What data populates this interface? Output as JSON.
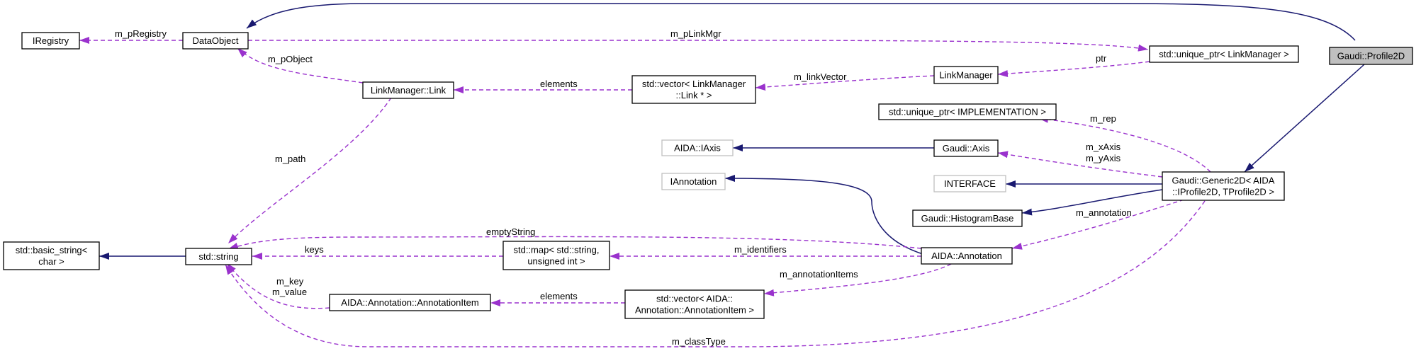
{
  "diagram": {
    "nodes": {
      "profile2d": "Gaudi::Profile2D",
      "data_object": "DataObject",
      "iregistry": "IRegistry",
      "unique_ptr_linkmanager": "std::unique_ptr< LinkManager >",
      "linkmanager": "LinkManager",
      "linkmanager_link": "LinkManager::Link",
      "vector_link": [
        "std::vector< LinkManager",
        "::Link * >"
      ],
      "unique_ptr_impl": "std::unique_ptr< IMPLEMENTATION >",
      "aida_iaxis": "AIDA::IAxis",
      "gaudi_axis": "Gaudi::Axis",
      "iannotation": "IAnnotation",
      "interface": "INTERFACE",
      "generic2d": [
        "Gaudi::Generic2D< AIDA",
        "::IProfile2D, TProfile2D >"
      ],
      "histogram_base": "Gaudi::HistogramBase",
      "basic_string": [
        "std::basic_string<",
        "char >"
      ],
      "std_string": "std::string",
      "map": [
        "std::map< std::string,",
        "unsigned int >"
      ],
      "aida_annotation": "AIDA::Annotation",
      "annotation_item": "AIDA::Annotation::AnnotationItem",
      "vector_item": [
        "std::vector< AIDA::",
        "Annotation::AnnotationItem >"
      ]
    },
    "edge_labels": {
      "m_pRegistry": "m_pRegistry",
      "m_pLinkMgr": "m_pLinkMgr",
      "m_pObject": "m_pObject",
      "ptr": "ptr",
      "m_linkVector": "m_linkVector",
      "elements_links": "elements",
      "m_path": "m_path",
      "m_rep": "m_rep",
      "m_xAxis": "m_xAxis",
      "m_yAxis": "m_yAxis",
      "emptyString": "emptyString",
      "m_annotation": "m_annotation",
      "keys": "keys",
      "m_identifiers": "m_identifiers",
      "m_key": "m_key",
      "m_value": "m_value",
      "m_annotationItems": "m_annotationItems",
      "elements_items": "elements",
      "m_classType": "m_classType"
    },
    "colors": {
      "inheritance_edge": "#191970",
      "usage_edge": "#9a32cd",
      "root_fill": "#bfbfbf",
      "undocumented_border": "#bfbfbf"
    }
  }
}
